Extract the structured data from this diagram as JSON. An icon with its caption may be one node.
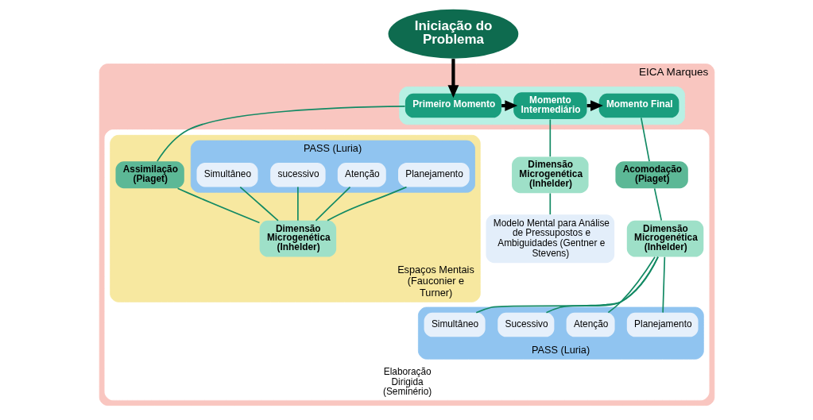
{
  "diagram": {
    "nodes": [
      {
        "text": [
          "EICA Marques"
        ]
      },
      {
        "text": [],
        "shape": "bar",
        "in": 0
      },
      {
        "text": [
          "Iniciação do Problema"
        ]
      },
      {
        "text": [
          "Primeiro Momento"
        ],
        "in": 1
      },
      {
        "text": [
          "Momento Intermediário"
        ],
        "in": 1
      },
      {
        "text": [
          "Momento Final"
        ],
        "in": 1
      },
      {
        "text": [
          "Elaboração Dirigida (Seminério)"
        ],
        "in": 0
      },
      {
        "text": [
          "Espaços Mentais (Fauconier e Turner)"
        ],
        "in": 6
      },
      {
        "text": [
          "Assimilação (Piaget)"
        ],
        "in": 7
      },
      {
        "text": [
          "PASS (Luria)"
        ],
        "in": 7
      },
      {
        "text": [
          "Planejamento"
        ],
        "in": 9
      },
      {
        "text": [
          "Atenção"
        ],
        "in": 9
      },
      {
        "text": [
          "sucessivo"
        ],
        "in": 9
      },
      {
        "text": [
          "Simultâneo"
        ],
        "in": 9
      },
      {
        "text": [
          "Dimensão Microgenética (Inhelder)"
        ],
        "in": 7
      },
      {
        "text": [
          "Dimensão Microgenética (Inhelder)"
        ],
        "in": 6
      },
      {
        "text": [
          "Acomodação (Piaget)"
        ],
        "in": 6
      },
      {
        "text": [
          "Dimensão Microgenética (Inhelder)"
        ],
        "in": 6
      },
      {
        "text": [
          "Modelo Mental para Análise de Pressupostos e Ambiguidades (Gentner e Stevens)"
        ],
        "in": 6
      },
      {
        "text": [
          "PASS (Luria)"
        ],
        "in": 6
      },
      {
        "text": [
          "Planejamento"
        ],
        "in": 19
      },
      {
        "text": [
          "Atenção"
        ],
        "in": 19
      },
      {
        "text": [
          "Sucessivo"
        ],
        "in": 19
      },
      {
        "text": [
          "Simultâneo"
        ],
        "in": 19
      }
    ],
    "edges": [
      {
        "from": 2,
        "to": 3,
        "arrow": "to",
        "style": "thick",
        "color": "#000000"
      },
      {
        "from": 3,
        "to": 4,
        "arrow": "to",
        "style": "thick",
        "color": "#000000"
      },
      {
        "from": 4,
        "to": 5,
        "arrow": "to",
        "style": "thick",
        "color": "#000000"
      },
      {
        "from": 3,
        "to": 8,
        "arrow": "none"
      },
      {
        "from": 8,
        "to": 14,
        "arrow": "none"
      },
      {
        "from": 10,
        "to": 14,
        "arrow": "none"
      },
      {
        "from": 11,
        "to": 14,
        "arrow": "none"
      },
      {
        "from": 12,
        "to": 14,
        "arrow": "none"
      },
      {
        "from": 13,
        "to": 14,
        "arrow": "none"
      },
      {
        "from": 4,
        "to": 15,
        "arrow": "none"
      },
      {
        "from": 15,
        "to": 18,
        "arrow": "none"
      },
      {
        "from": 5,
        "to": 16,
        "arrow": "none"
      },
      {
        "from": 16,
        "to": 17,
        "arrow": "none"
      },
      {
        "from": 17,
        "to": 20,
        "arrow": "none"
      },
      {
        "from": 17,
        "to": 21,
        "arrow": "none"
      },
      {
        "from": 17,
        "to": 22,
        "arrow": "none"
      },
      {
        "from": 17,
        "to": 23,
        "arrow": "none"
      }
    ]
  }
}
